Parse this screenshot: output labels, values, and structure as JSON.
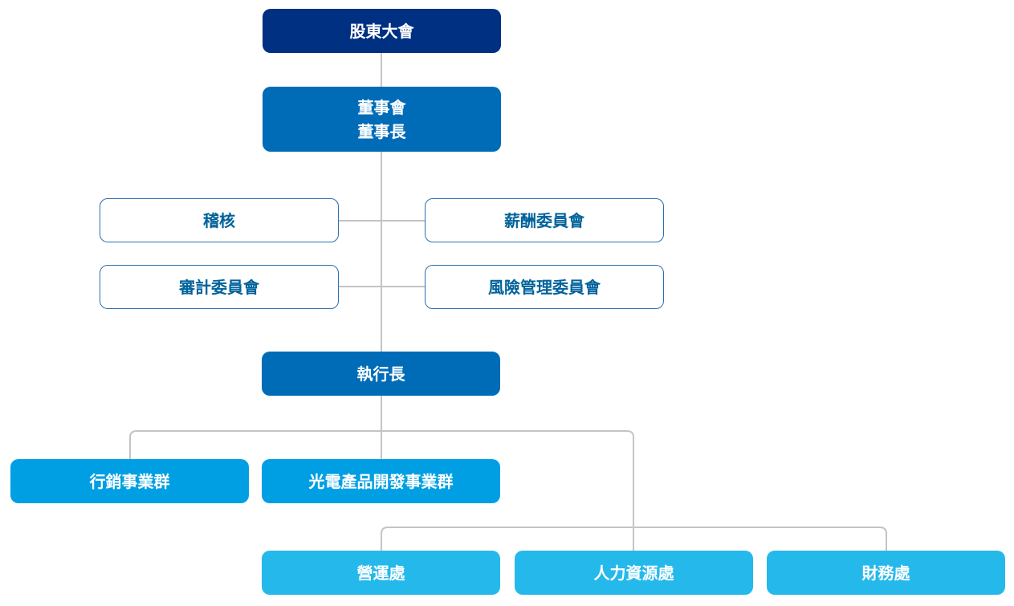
{
  "colors": {
    "shareholders_fill": "#003082",
    "board_fill": "#006cb7",
    "ceo_fill": "#006cb7",
    "business_group_fill": "#009fe3",
    "department_fill": "#25b9eb",
    "committee_border": "#2a6fb0",
    "committee_text": "#00629b",
    "connector": "#c4c4c4"
  },
  "nodes": {
    "shareholders": "股東大會",
    "board": [
      "董事會",
      "董事長"
    ],
    "audit": "稽核",
    "compensation_committee": "薪酬委員會",
    "audit_committee": "審計委員會",
    "risk_committee": "風險管理委員會",
    "ceo": "執行長",
    "marketing_group": "行銷事業群",
    "optoelectronics_group": "光電產品開發事業群",
    "operations": "營運處",
    "human_resources": "人力資源處",
    "finance": "財務處"
  }
}
